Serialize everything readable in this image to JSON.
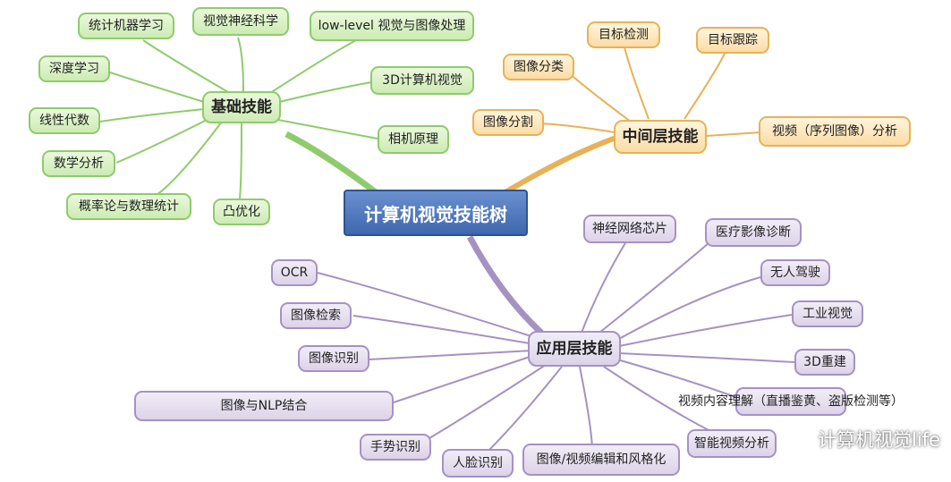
{
  "root": {
    "label": "计算机视觉技能树"
  },
  "hubs": {
    "basic": "基础技能",
    "middle": "中间层技能",
    "app": "应用层技能"
  },
  "basic_nodes": [
    "统计机器学习",
    "视觉神经科学",
    "low-level 视觉与图像处理",
    "深度学习",
    "3D计算机视觉",
    "线性代数",
    "相机原理",
    "数学分析",
    "概率论与数理统计",
    "凸优化"
  ],
  "middle_nodes": [
    "目标检测",
    "目标跟踪",
    "图像分类",
    "图像分割",
    "视频（序列图像）分析"
  ],
  "app_nodes": [
    "神经网络芯片",
    "医疗影像诊断",
    "OCR",
    "无人驾驶",
    "图像检索",
    "工业视觉",
    "图像识别",
    "3D重建",
    "图像与NLP结合",
    "视频内容理解（直播鉴黄、盗版检测等）",
    "手势识别",
    "人脸识别",
    "图像/视频编辑和风格化",
    "智能视频分析"
  ],
  "watermark": "计算机视觉life",
  "colors": {
    "basic_line": "#8fcb6c",
    "middle_line": "#e7b256",
    "app_line": "#a592c2",
    "root_fill": "#4f79bd"
  }
}
